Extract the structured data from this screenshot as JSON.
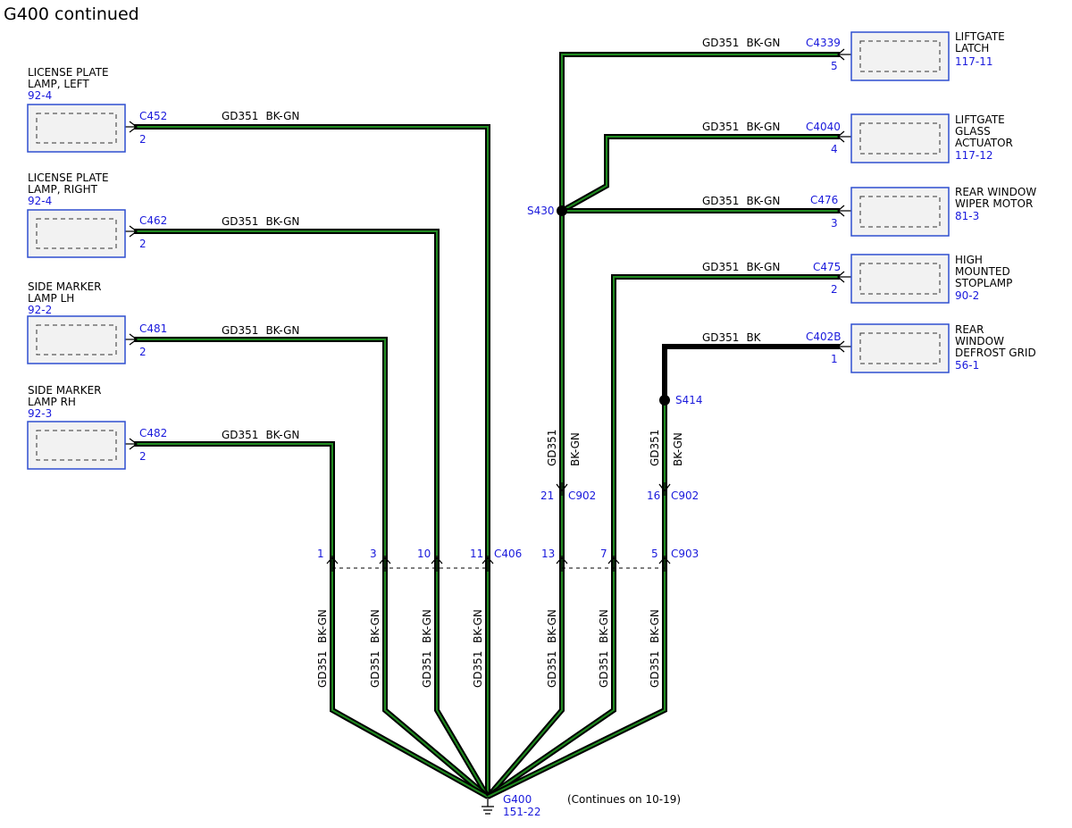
{
  "title": "G400 continued",
  "wire_code": "GD351",
  "wire_color": "BK-GN",
  "wire_color_bk": "BK",
  "colors": {
    "wire_green": "#1f8a1f",
    "label_blue": "#1a1adc",
    "box_border": "#2f4fd0"
  },
  "left_components": [
    {
      "name_lines": [
        "LICENSE PLATE",
        "LAMP, LEFT"
      ],
      "ref": "92-4",
      "connector": "C452",
      "pin": "2"
    },
    {
      "name_lines": [
        "LICENSE PLATE",
        "LAMP, RIGHT"
      ],
      "ref": "92-4",
      "connector": "C462",
      "pin": "2"
    },
    {
      "name_lines": [
        "SIDE MARKER",
        "LAMP LH"
      ],
      "ref": "92-2",
      "connector": "C481",
      "pin": "2"
    },
    {
      "name_lines": [
        "SIDE MARKER",
        "LAMP RH"
      ],
      "ref": "92-3",
      "connector": "C482",
      "pin": "2"
    }
  ],
  "right_components": [
    {
      "name_lines": [
        "LIFTGATE",
        "LATCH"
      ],
      "ref": "117-11",
      "connector": "C4339",
      "pin": "5",
      "wire_color": "BK-GN"
    },
    {
      "name_lines": [
        "LIFTGATE",
        "GLASS",
        "ACTUATOR"
      ],
      "ref": "117-12",
      "connector": "C4040",
      "pin": "4",
      "wire_color": "BK-GN"
    },
    {
      "name_lines": [
        "REAR WINDOW",
        "WIPER MOTOR"
      ],
      "ref": "81-3",
      "connector": "C476",
      "pin": "3",
      "wire_color": "BK-GN"
    },
    {
      "name_lines": [
        "HIGH",
        "MOUNTED",
        "STOPLAMP"
      ],
      "ref": "90-2",
      "connector": "C475",
      "pin": "2",
      "wire_color": "BK-GN"
    },
    {
      "name_lines": [
        "REAR",
        "WINDOW",
        "DEFROST GRID"
      ],
      "ref": "56-1",
      "connector": "C402B",
      "pin": "1",
      "wire_color": "BK"
    }
  ],
  "splices": {
    "s430": "S430",
    "s414": "S414"
  },
  "c902": {
    "label": "C902",
    "pin_a": "21",
    "pin_b": "16"
  },
  "c406": {
    "label": "C406",
    "pins": [
      "1",
      "3",
      "10",
      "11"
    ]
  },
  "c903": {
    "label": "C903",
    "pins": [
      "13",
      "7",
      "5"
    ]
  },
  "ground": {
    "label": "G400",
    "ref": "151-22",
    "note": "(Continues on 10-19)"
  }
}
